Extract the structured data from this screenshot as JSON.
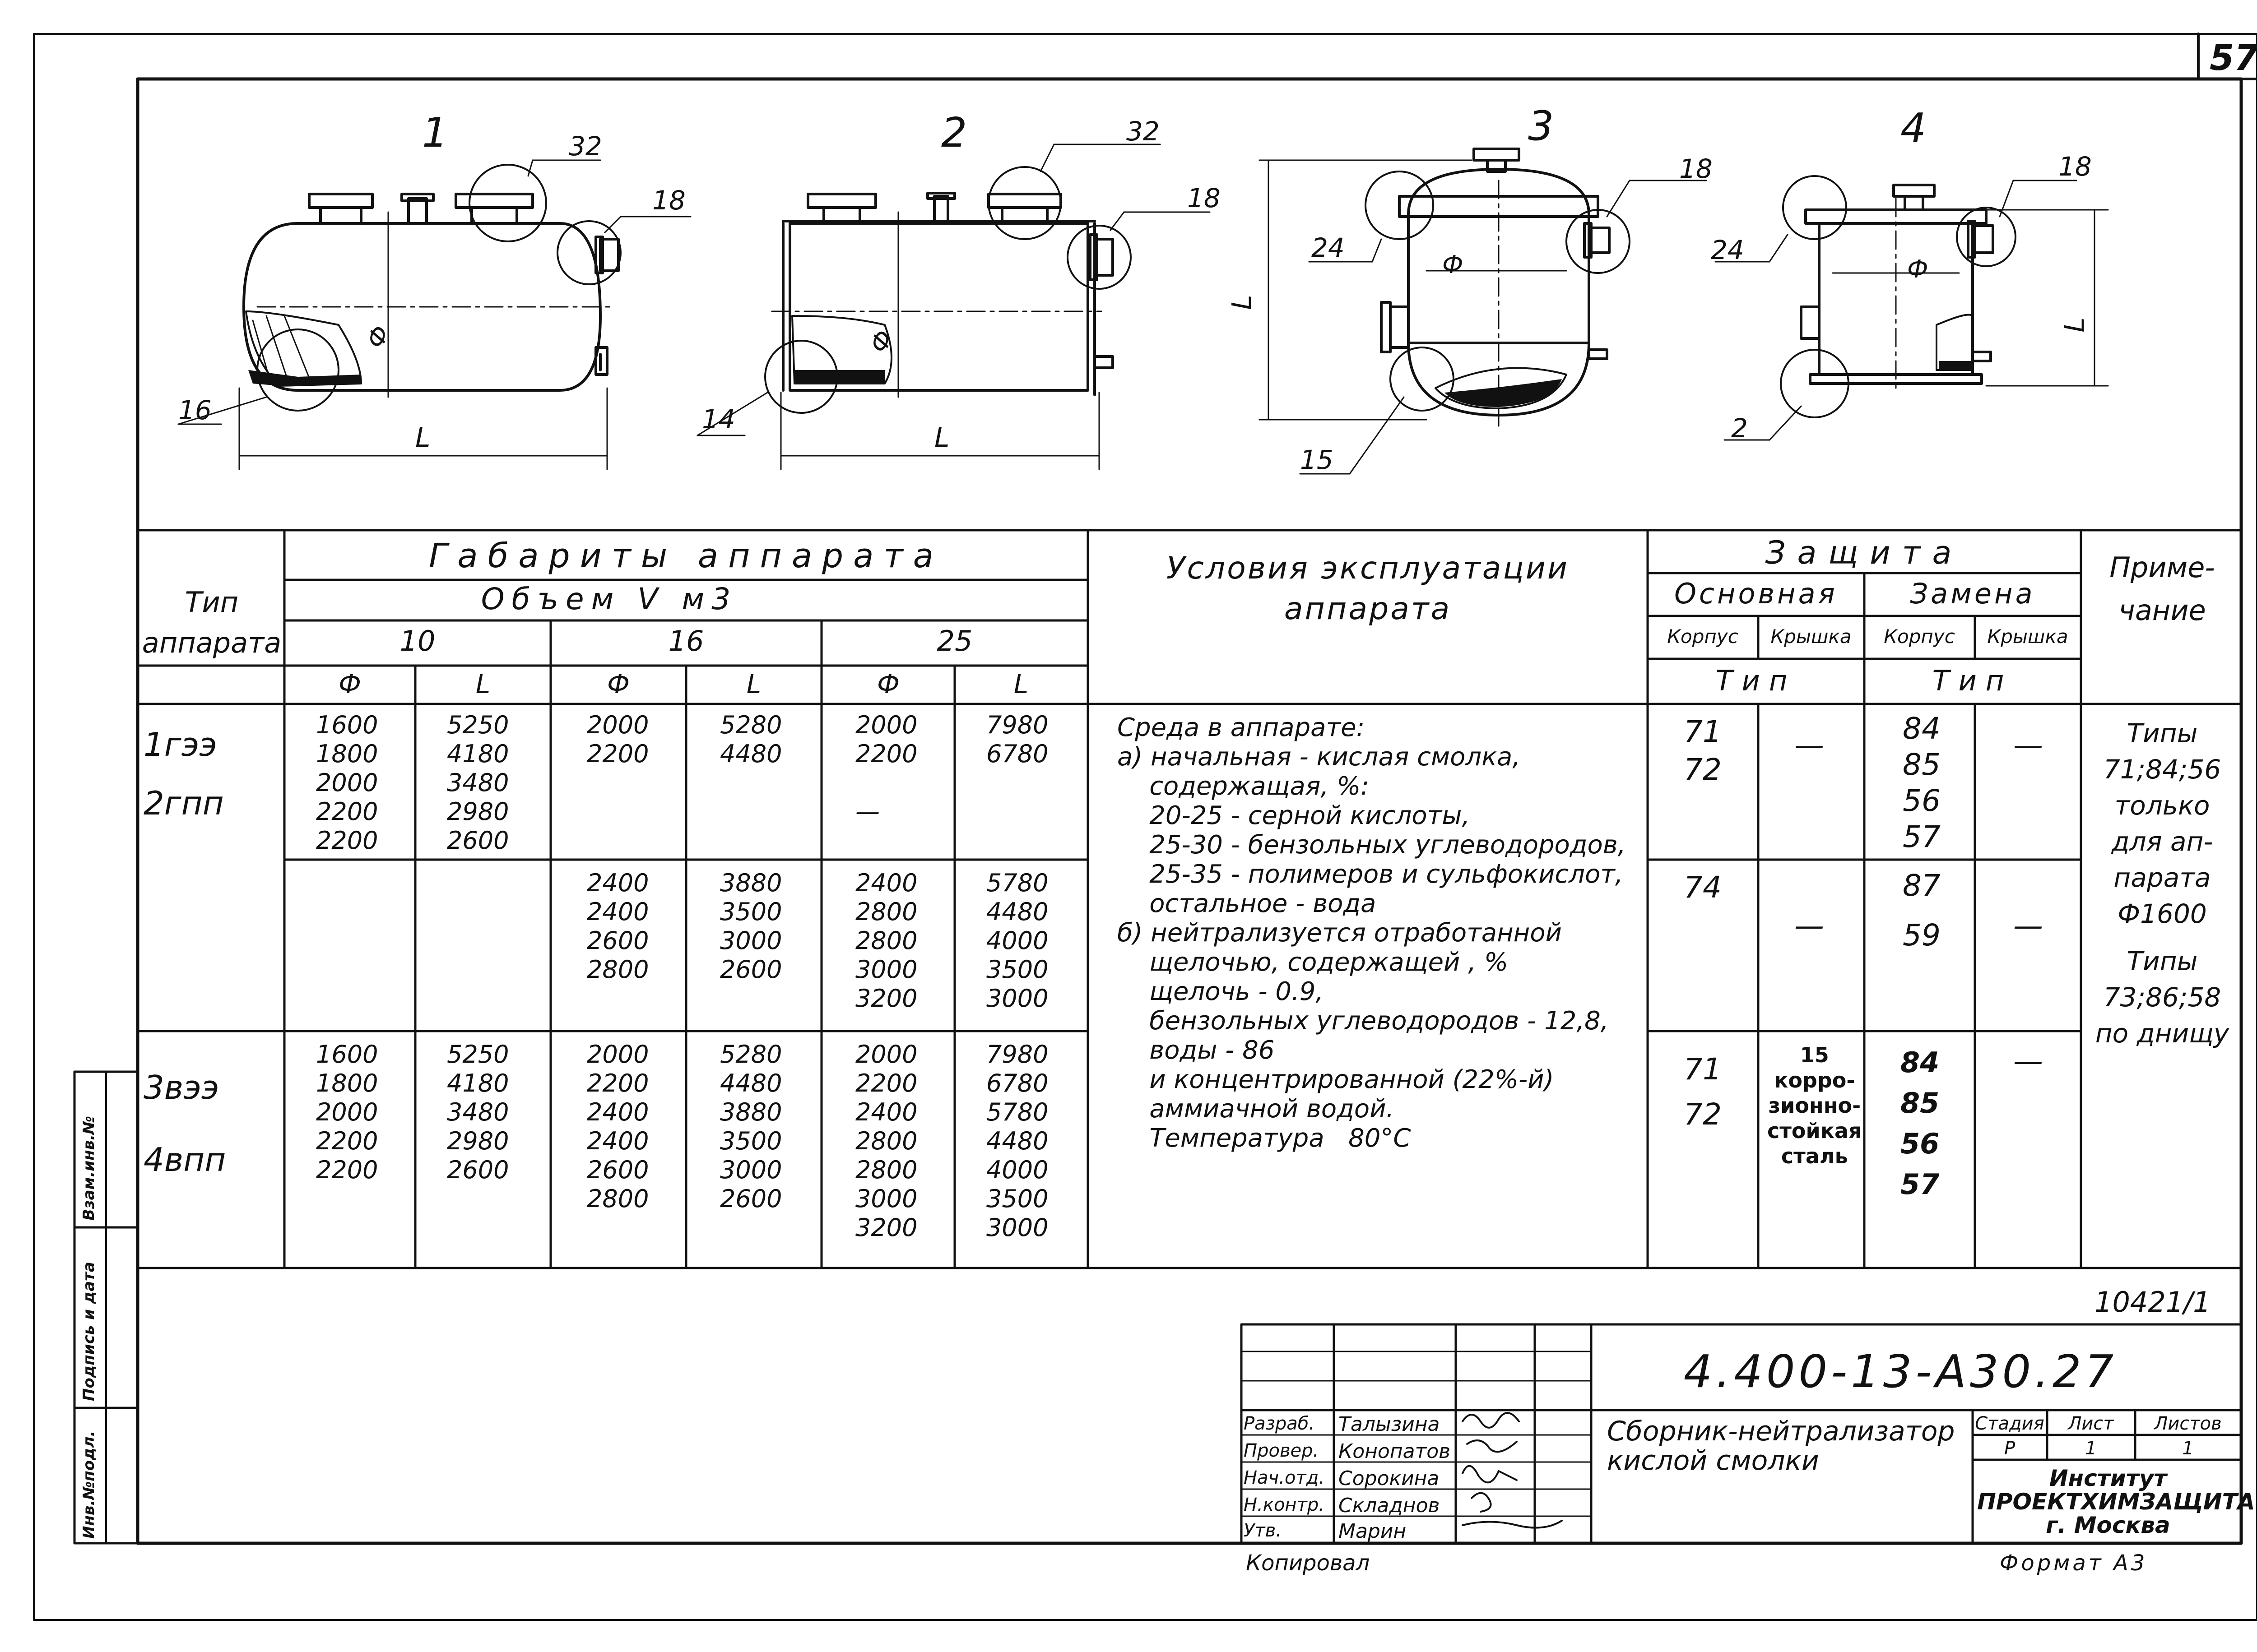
{
  "page_number": "57",
  "views": {
    "labels": [
      "1",
      "2",
      "3",
      "4"
    ],
    "callouts": [
      "16",
      "32",
      "18",
      "14",
      "32",
      "18",
      "24",
      "18",
      "15",
      "24",
      "18",
      "2"
    ],
    "dimension_labels": [
      "L",
      "Ф",
      "L",
      "Ф",
      "L",
      "Ф",
      "L",
      "Ф"
    ]
  },
  "table": {
    "header": {
      "type": "Тип аппарата",
      "dimensions": "Габариты аппарата",
      "volume": "Объем V м3",
      "volumes": [
        "10",
        "16",
        "25"
      ],
      "sub_cols": [
        "Ф",
        "L",
        "Ф",
        "L",
        "Ф",
        "L"
      ],
      "conditions": "Условия эксплуатации аппарата",
      "protection": "Защита",
      "main": "Основная",
      "replacement": "Замена",
      "body": "Корпус",
      "lid": "Крышка",
      "body2": "Корпус",
      "lid2": "Крышка",
      "tip1": "Тип",
      "tip2": "Тип",
      "note": "Приме-\nчание"
    },
    "groups": [
      {
        "types": "1гээ\n2гпп",
        "v10_d": "1600\n1800\n2000\n2200\n2200",
        "v10_l": "5250\n4180\n3480\n2980\n2600",
        "v16_d": "2000\n2200",
        "v16_l": "5280\n4480",
        "v25_d": "2000\n2200\n\n—",
        "v25_l": "7980\n6780",
        "main_body": "71\n72",
        "main_lid": "—",
        "rep_body": "84\n85\n56\n57",
        "rep_lid": "—"
      },
      {
        "v16_d": "2400\n2400\n2600\n2800",
        "v16_l": "3880\n3500\n3000\n2600",
        "v25_d": "2400\n2800\n2800\n3000\n3200",
        "v25_l": "5780\n4480\n4000\n3500\n3000",
        "main_body": "74",
        "main_lid": "—",
        "rep_body": "87\n\n59",
        "rep_lid": "—"
      },
      {
        "types": "3вээ\n\n4впп",
        "v10_d": "1600\n1800\n2000\n2200\n2200",
        "v10_l": "5250\n4180\n3480\n2980\n2600",
        "v16_d": "2000\n2200\n2400\n2400\n2600\n2800",
        "v16_l": "5280\n4480\n3880\n3500\n3000\n2600",
        "v25_d": "2000\n2200\n2400\n2800\n2800\n3000\n3200",
        "v25_l": "7980\n6780\n5780\n4480\n4000\n3500\n3000",
        "main_body": "71\n72",
        "main_lid": "15\nкорро-\nзионно-\nстойкая\nсталь",
        "rep_body": "84\n85\n56\n57",
        "rep_lid": "—"
      }
    ],
    "conditions_text": "Среда в аппарате:\nа) начальная - кислая смолка,\n    содержащая, %:\n    20-25 - серной кислоты,\n    25-30 - бензольных углеводородов,\n    25-35 - полимеров и сульфокислот,\n    остальное - вода\nб) нейтрализуется отработанной\n    щелочью, содержащей , %\n    щелочь - 0.9,\n    бензольных углеводородов - 12,8,\n    воды - 86\n    и концентрированной (22%-й)\n    аммиачной водой.\n    Температура   80°С",
    "note_text_1": "Типы\n71;84;56\nтолько\nдля ап-\nпарата\nФ1600",
    "note_text_2": "Типы\n73;86;58\nпо днищу"
  },
  "side_stamp": [
    "Инв.№подл.",
    "Подпись и дата",
    "Взам.инв.№"
  ],
  "title_block": {
    "archive_no": "10421/1",
    "doc_code": "4.400-13-А30.27",
    "roles": [
      "Разраб.",
      "Провер.",
      "Нач.отд.",
      "Н.контр.",
      "Утв."
    ],
    "names": [
      "Талызина",
      "Конопатов",
      "Сорокина",
      "Складнов",
      "Марин"
    ],
    "title": "Сборник-нейтрализатор\nкислой смолки",
    "stage_h": "Стадия",
    "sheet_h": "Лист",
    "sheets_h": "Листов",
    "stage": "Р",
    "sheet": "1",
    "sheets": "1",
    "org": "Институт\nПРОЕКТХИМЗАЩИТА\nг. Москва",
    "copied": "Копировал",
    "format": "Формат А3"
  }
}
